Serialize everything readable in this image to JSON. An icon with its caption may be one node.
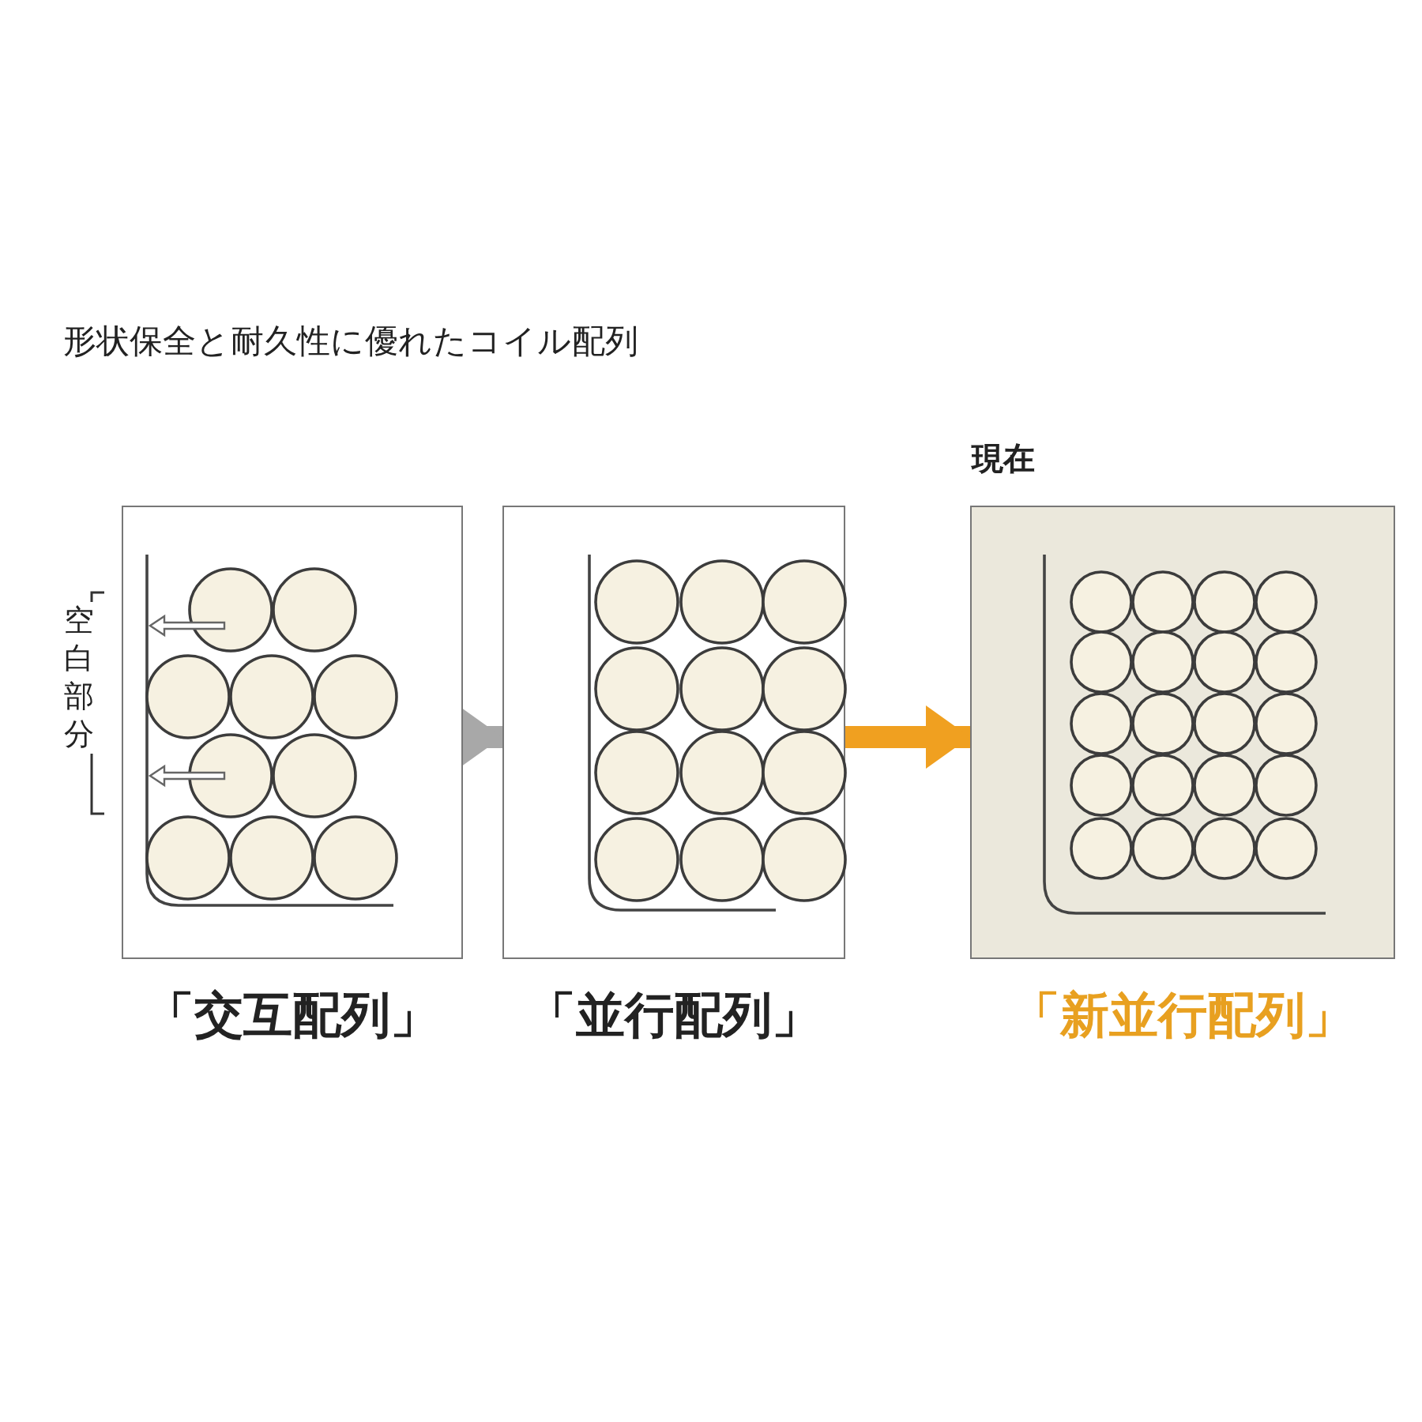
{
  "diagram": {
    "title": "形状保全と耐久性に優れたコイル配列",
    "nodes": [
      {
        "text": [
          "「交互配列」"
        ]
      },
      {
        "text": [
          "「並行配列」"
        ]
      },
      {
        "text": [
          "「新並行配列」"
        ],
        "beside": [
          "現在"
        ]
      }
    ],
    "edges": [
      {
        "from": 0,
        "to": 1,
        "arrow": "to",
        "color": "#a8a8a8"
      },
      {
        "from": 1,
        "to": 2,
        "arrow": "to",
        "color": "#f0a020"
      }
    ],
    "labels": [
      "空白部分"
    ]
  }
}
